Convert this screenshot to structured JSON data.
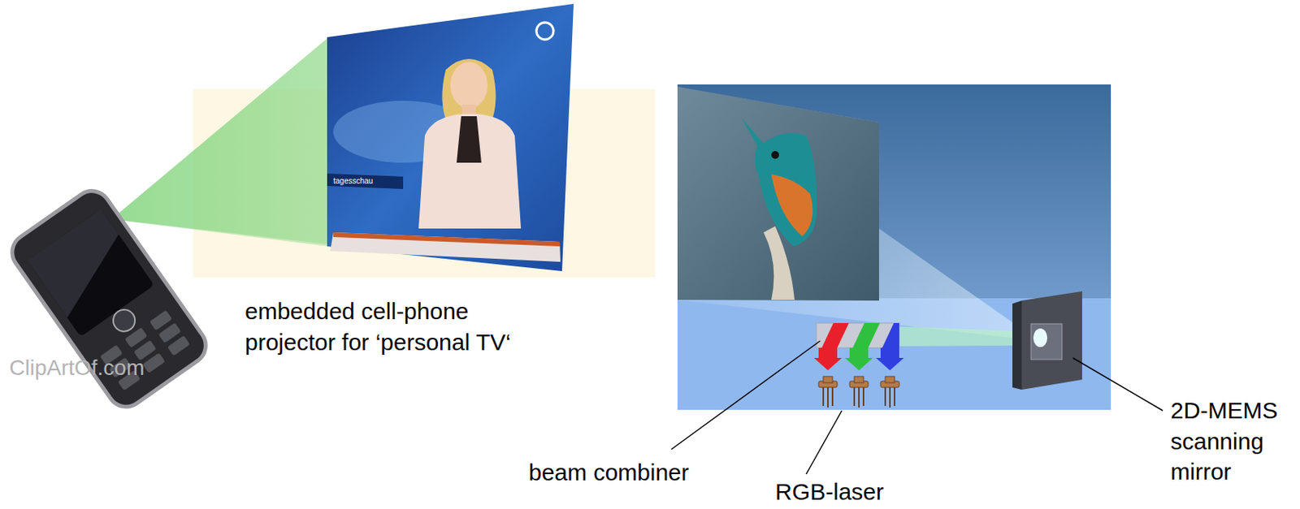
{
  "diagram": {
    "labels": [
      "embedded cell-phone projector for ‘personal TV‘",
      "beam combiner",
      "RGB-laser",
      "2D-MEMS scanning mirror",
      "tagesschau",
      "ClipArtOf.com"
    ]
  }
}
